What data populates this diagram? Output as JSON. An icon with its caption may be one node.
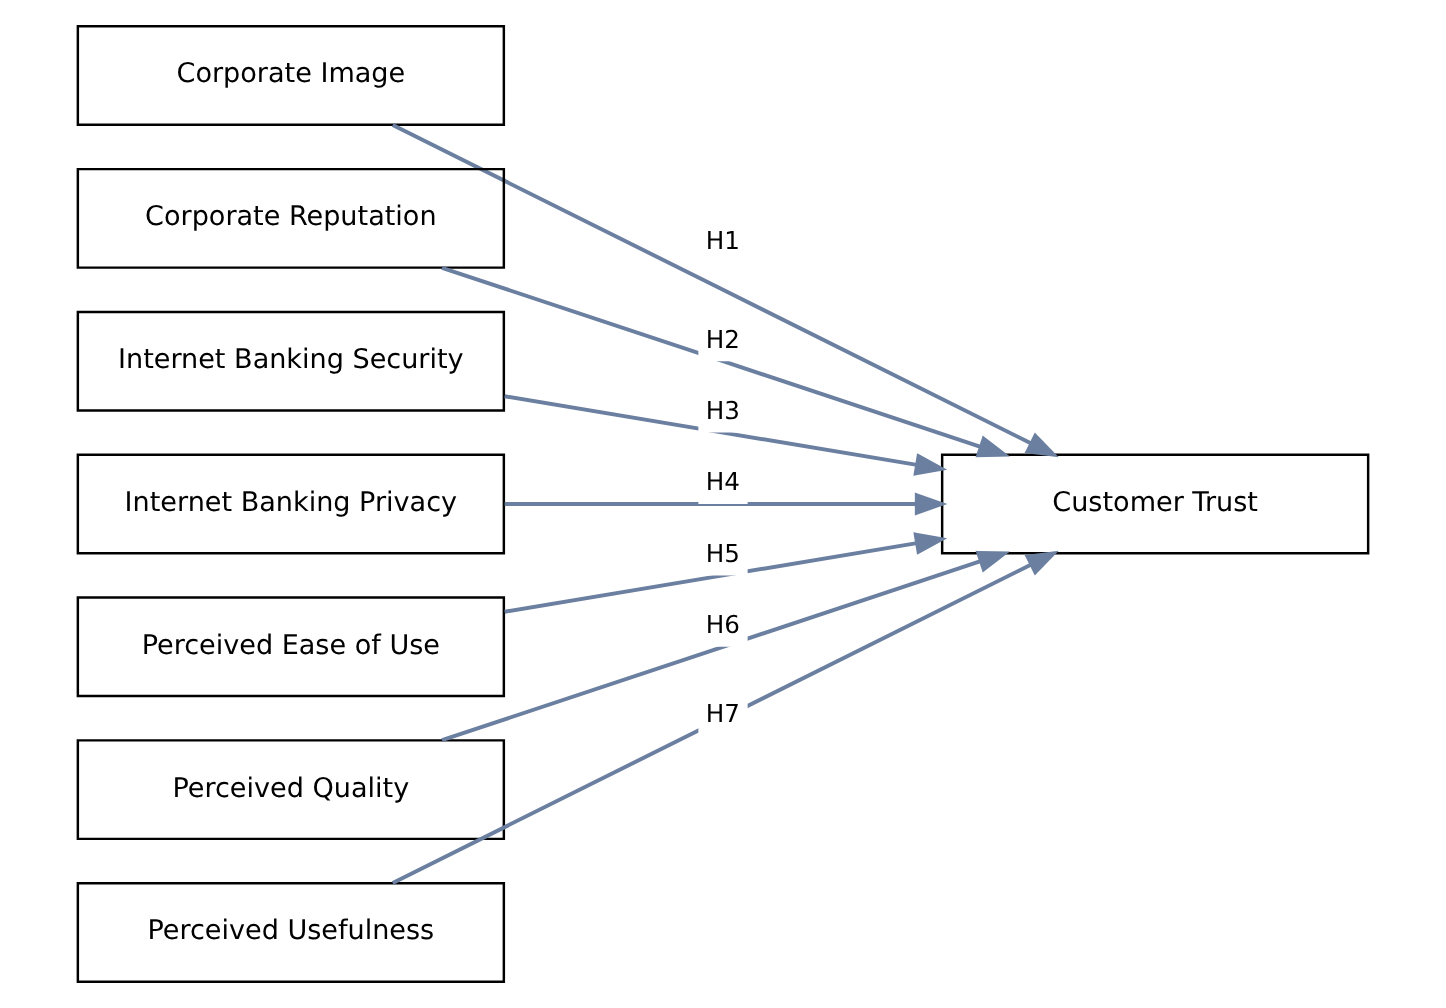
{
  "diagram": {
    "nodes": [
      {
        "text": [
          "Corporate Image"
        ]
      },
      {
        "text": [
          "Corporate Reputation"
        ]
      },
      {
        "text": [
          "Internet Banking Security"
        ]
      },
      {
        "text": [
          "Internet Banking Privacy"
        ]
      },
      {
        "text": [
          "Perceived Ease of Use"
        ]
      },
      {
        "text": [
          "Perceived Quality"
        ]
      },
      {
        "text": [
          "Perceived Usefulness"
        ]
      },
      {
        "text": [
          "Customer Trust"
        ]
      }
    ],
    "edges": [
      {
        "from": 0,
        "to": 7,
        "arrow": "to",
        "label": "H1",
        "color": "#6b7fa0"
      },
      {
        "from": 1,
        "to": 7,
        "arrow": "to",
        "label": "H2",
        "color": "#6b7fa0"
      },
      {
        "from": 2,
        "to": 7,
        "arrow": "to",
        "label": "H3",
        "color": "#6b7fa0"
      },
      {
        "from": 3,
        "to": 7,
        "arrow": "to",
        "label": "H4",
        "color": "#6b7fa0"
      },
      {
        "from": 4,
        "to": 7,
        "arrow": "to",
        "label": "H5",
        "color": "#6b7fa0"
      },
      {
        "from": 5,
        "to": 7,
        "arrow": "to",
        "label": "H6",
        "color": "#6b7fa0"
      },
      {
        "from": 6,
        "to": 7,
        "arrow": "to",
        "label": "H7",
        "color": "#6b7fa0"
      }
    ]
  }
}
